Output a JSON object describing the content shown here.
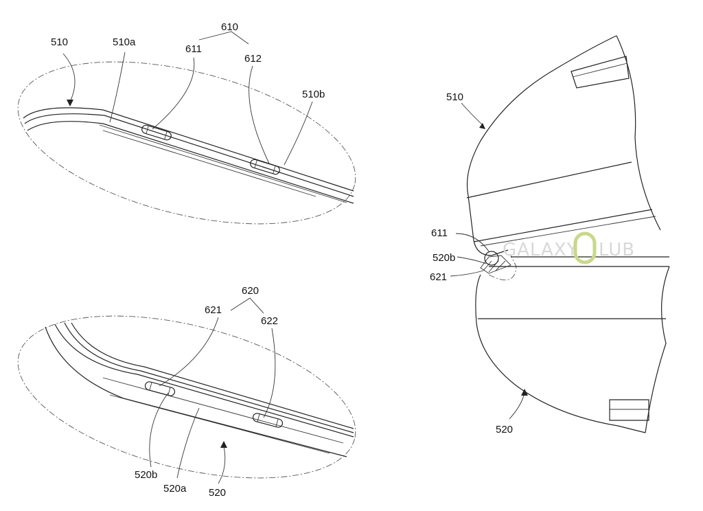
{
  "labels": {
    "top": {
      "l510": "510",
      "l510a": "510a",
      "l610": "610",
      "l611": "611",
      "l612": "612",
      "l510b": "510b"
    },
    "bottom": {
      "l620": "620",
      "l621": "621",
      "l622": "622",
      "l520b": "520b",
      "l520a": "520a",
      "l520": "520"
    },
    "right": {
      "l510": "510",
      "l611": "611",
      "l520b": "520b",
      "l621": "621",
      "l520": "520"
    }
  },
  "watermark": {
    "left": "GALAXY",
    "right": "LUB"
  },
  "colors": {
    "ink": "#222222",
    "watermark": "#d8d8d8",
    "watermark_accent": "#c9d88a"
  }
}
